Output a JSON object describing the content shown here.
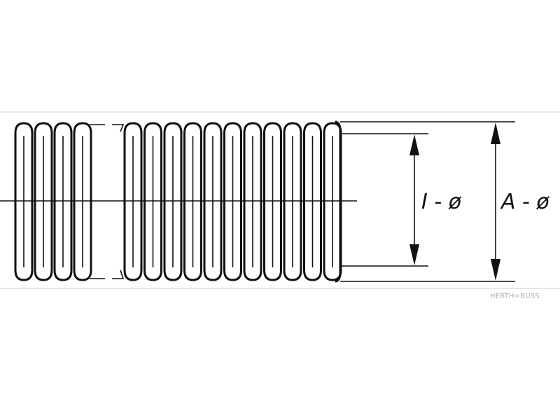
{
  "diagram": {
    "labels": {
      "inner_diameter": "I - ø",
      "outer_diameter": "A - ø"
    },
    "watermark": "HERTH+BUSS"
  }
}
